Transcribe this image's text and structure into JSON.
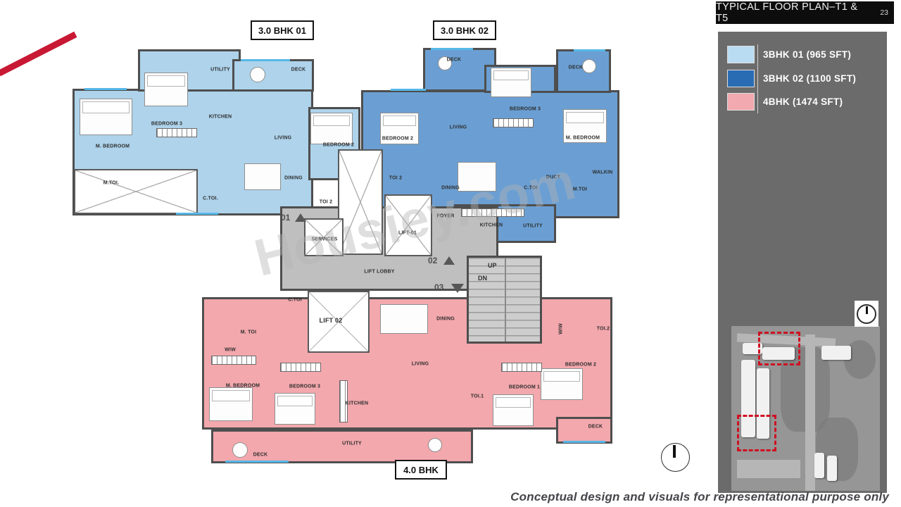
{
  "header": {
    "title": "TYPICAL FLOOR PLAN–T1 & T5",
    "page_number": "23"
  },
  "legend": {
    "items": [
      {
        "label": "3BHK 01 (965 SFT)",
        "color": "#b9dcf2"
      },
      {
        "label": "3BHK 02 (1100 SFT)",
        "color": "#2a6cb4"
      },
      {
        "label": "4BHK (1474 SFT)",
        "color": "#f2a9b0"
      }
    ]
  },
  "plan": {
    "unit_tags": [
      "3.0 BHK 01",
      "3.0 BHK 02",
      "4.0 BHK"
    ],
    "u1": {
      "name": "3BHK 01",
      "fill": "#aed3eb",
      "rooms": [
        "M. BEDROOM",
        "BEDROOM 3",
        "UTILITY",
        "KITCHEN",
        "DECK",
        "LIVING",
        "DINING",
        "BEDROOM 2",
        "M.TOI.",
        "C.TOI.",
        "TOI 2"
      ]
    },
    "u2": {
      "name": "3BHK 02",
      "fill": "#6b9fd3",
      "rooms": [
        "DECK",
        "BEDROOM 3",
        "DECK",
        "LIVING",
        "M. BEDROOM",
        "BEDROOM 2",
        "DINING",
        "DUCT",
        "C.TOI",
        "M.TOI",
        "WALKIN",
        "TOI 2",
        "FOYER",
        "KITCHEN",
        "UTILITY"
      ]
    },
    "u3": {
      "name": "4BHK",
      "fill": "#f3a8ad",
      "rooms": [
        "C.TOI",
        "M. TOI",
        "WIW",
        "M. BEDROOM",
        "BEDROOM 3",
        "KITCHEN",
        "UTILITY",
        "DECK",
        "LIVING",
        "DINING",
        "TOI.1",
        "BEDROOM 1",
        "BEDROOM 2",
        "WIW",
        "TOI.2",
        "DECK"
      ]
    },
    "core": {
      "services": "SERVICES",
      "lift_01": "LIFT-01",
      "lift_lobby": "LIFT LOBBY",
      "lift_02": "LIFT 02",
      "up": "UP",
      "dn": "DN",
      "markers": [
        "01",
        "02",
        "03"
      ]
    }
  },
  "watermark": "Housiey.com",
  "disclaimer": "Conceptual design and visuals for representational purpose only",
  "colors": {
    "accent_red": "#c81834",
    "wall": "#4e4e4e",
    "sidebar": "#6b6b6b",
    "header_bg": "#0d0d0d"
  }
}
